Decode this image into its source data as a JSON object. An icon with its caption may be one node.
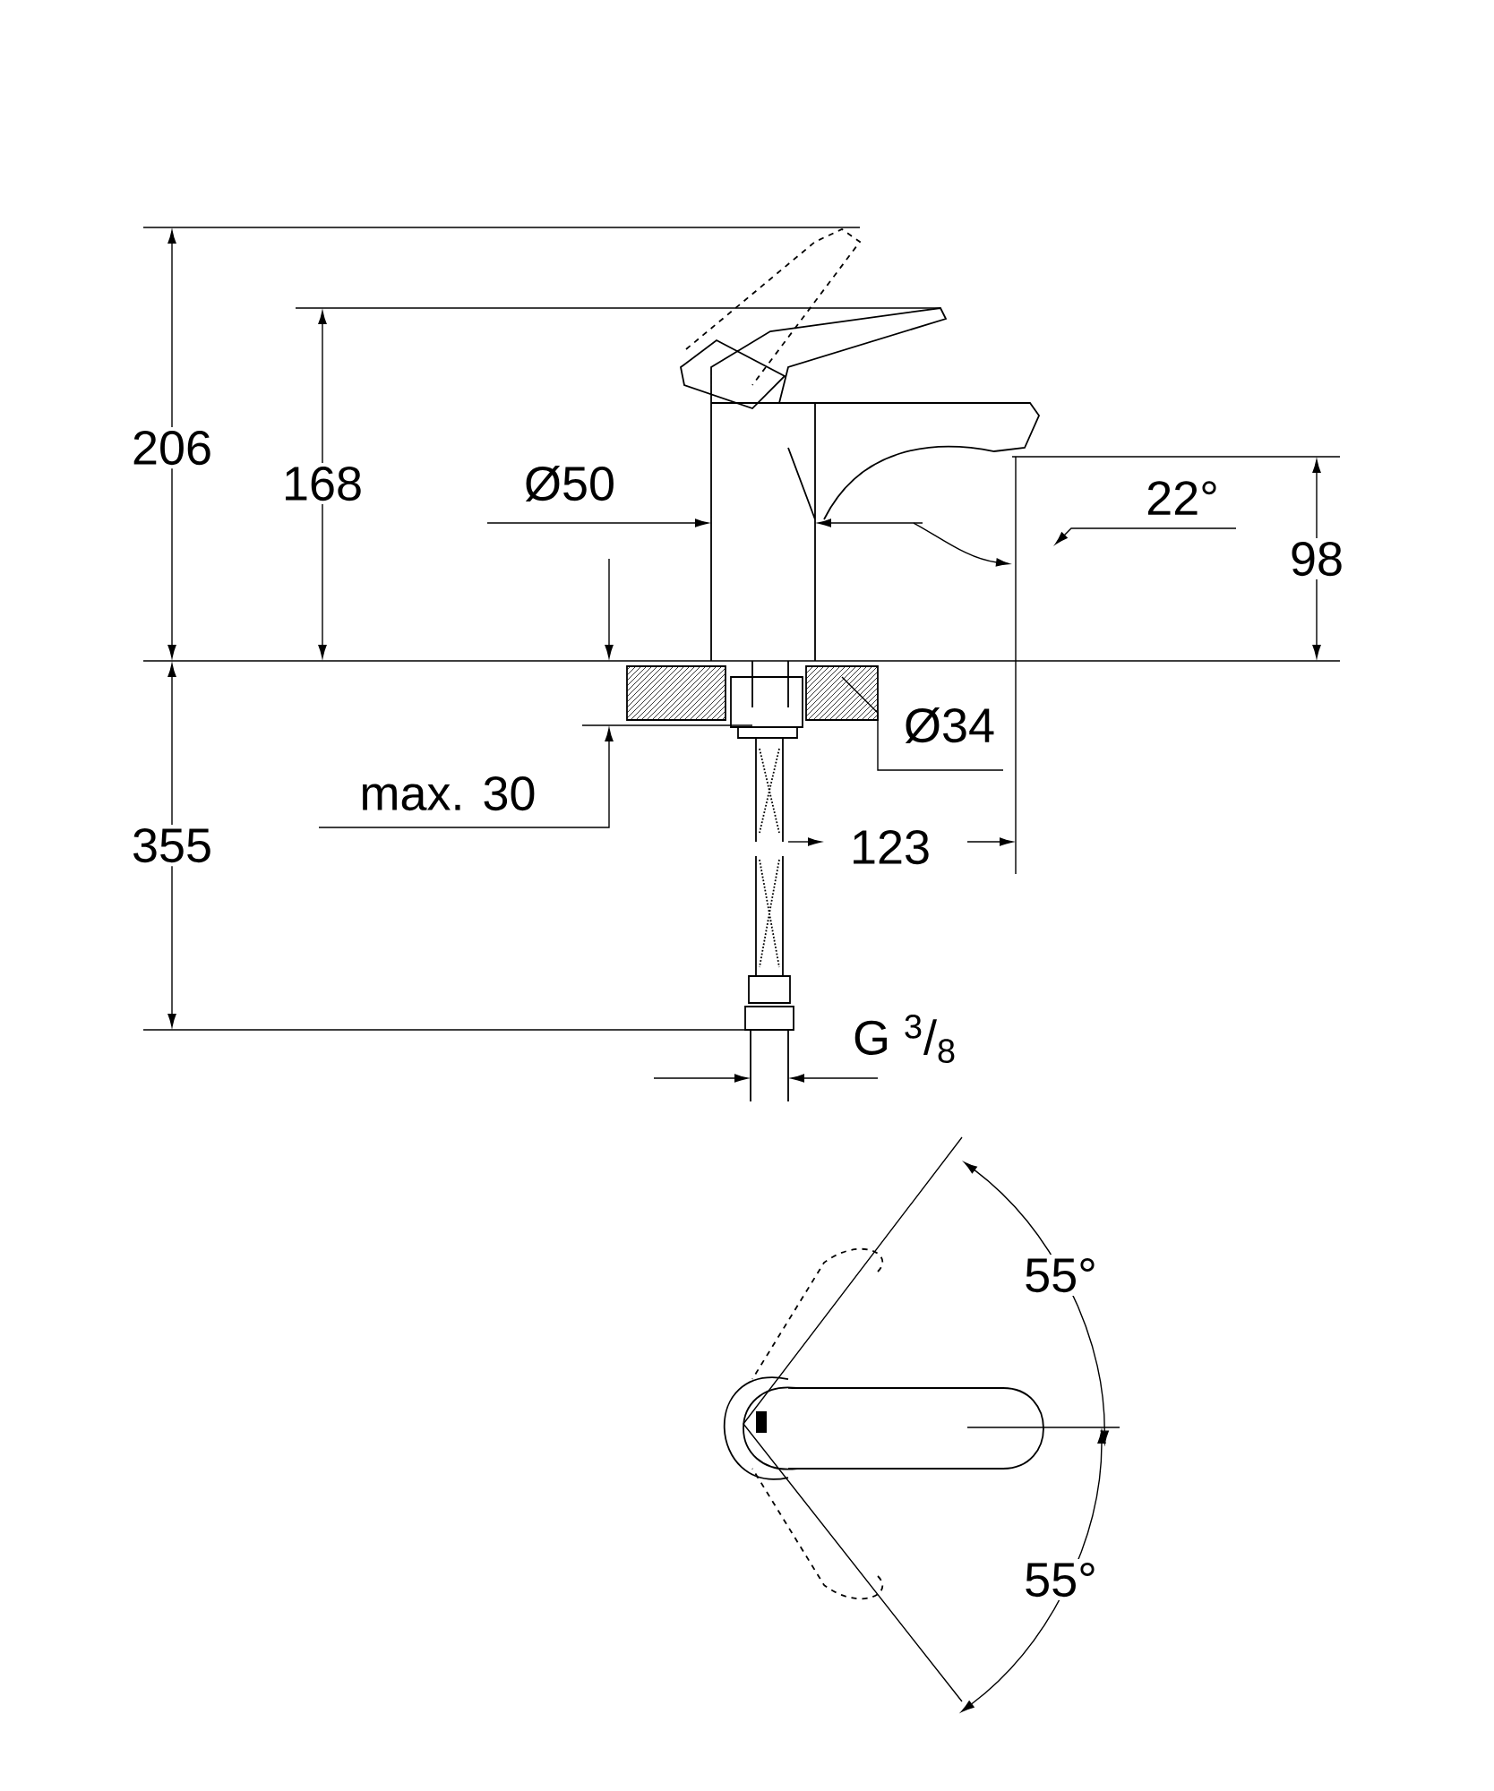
{
  "diagram": {
    "labels": [
      "206",
      "168",
      "Ø50",
      "22°",
      "98",
      "Ø34",
      "max. 30",
      "355",
      "123",
      "G $^{3}$/$_{8}$",
      "55°",
      "55°"
    ]
  }
}
